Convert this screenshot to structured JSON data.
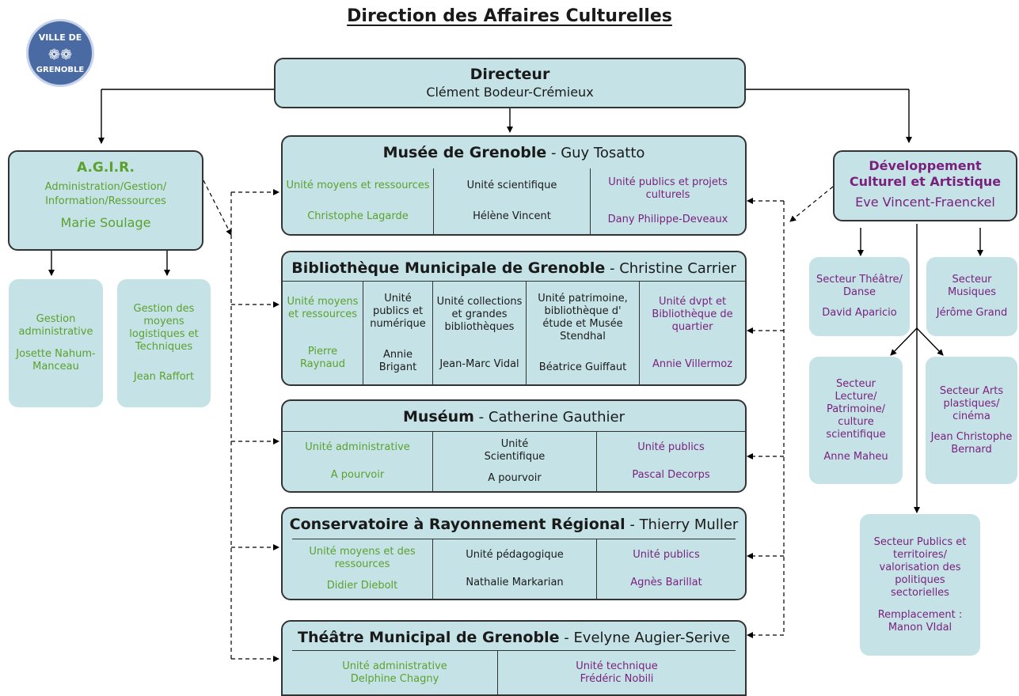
{
  "title": "Direction des Affaires Culturelles",
  "logo": {
    "line1": "VILLE DE",
    "line2": "GRENOBLE"
  },
  "director": {
    "title": "Directeur",
    "name": "Clément Bodeur-Crémieux"
  },
  "agir": {
    "title": "A.G.I.R.",
    "subtitle": "Administration/Gestion/ Information/Ressources",
    "name": "Marie Soulage",
    "children": [
      {
        "title": "Gestion administrative",
        "name": "Josette Nahum-Manceau"
      },
      {
        "title": "Gestion des moyens logistiques et Techniques",
        "name": "Jean Raffort"
      }
    ]
  },
  "dev": {
    "title": "Développement Culturel et Artistique",
    "name": "Eve Vincent-Fraenckel",
    "sectors": [
      {
        "title": "Secteur Théâtre/ Danse",
        "name": "David Aparicio"
      },
      {
        "title": "Secteur Musiques",
        "name": "Jérôme Grand"
      },
      {
        "title": "Secteur Lecture/ Patrimoine/ culture scientifique",
        "name": "Anne Maheu"
      },
      {
        "title": "Secteur Arts plastiques/ cinéma",
        "name": "Jean Christophe Bernard"
      },
      {
        "title": "Secteur Publics et territoires/ valorisation des politiques sectorielles",
        "name": "Remplacement : Manon VIdal"
      }
    ]
  },
  "units": [
    {
      "name": "Musée de Grenoble",
      "head": "Guy Tosatto",
      "cells": [
        {
          "title": "Unité moyens et ressources",
          "name": "Christophe Lagarde",
          "tone": "grn"
        },
        {
          "title": "Unité scientifique",
          "name": "Hélène Vincent",
          "tone": ""
        },
        {
          "title": "Unité publics et projets culturels",
          "name": "Dany Philippe-Deveaux",
          "tone": "pur"
        }
      ]
    },
    {
      "name": "Bibliothèque Municipale de Grenoble",
      "head": "Christine Carrier",
      "cells": [
        {
          "title": "Unité moyens et ressources",
          "name": "Pierre Raynaud",
          "tone": "grn"
        },
        {
          "title": "Unité publics et numérique",
          "name": "Annie Brigant",
          "tone": ""
        },
        {
          "title": "Unité collections et grandes bibliothèques",
          "name": "Jean-Marc Vidal",
          "tone": ""
        },
        {
          "title": "Unité patrimoine, bibliothèque d' étude et Musée Stendhal",
          "name": "Béatrice Guiffaut",
          "tone": ""
        },
        {
          "title": "Unité dvpt et Bibliothèque de quartier",
          "name": "Annie Villermoz",
          "tone": "pur"
        }
      ]
    },
    {
      "name": "Muséum",
      "head": "Catherine Gauthier",
      "cells": [
        {
          "title": "Unité administrative",
          "name": "A pourvoir",
          "tone": "grn"
        },
        {
          "title": "Unité Scientifique",
          "name": "A pourvoir",
          "tone": ""
        },
        {
          "title": "Unité publics",
          "name": "Pascal Decorps",
          "tone": "pur"
        }
      ]
    },
    {
      "name": "Conservatoire à Rayonnement Régional",
      "head": "Thierry Muller",
      "cells": [
        {
          "title": "Unité  moyens et des ressources",
          "name": "Didier Diebolt",
          "tone": "grn"
        },
        {
          "title": "Unité pédagogique",
          "name": "Nathalie Markarian",
          "tone": ""
        },
        {
          "title": "Unité publics",
          "name": "Agnès Barillat",
          "tone": "pur"
        }
      ]
    },
    {
      "name": "Théâtre Municipal de Grenoble",
      "head": "Evelyne Augier-Serive",
      "cells": [
        {
          "title": "Unité administrative",
          "name": "Delphine Chagny",
          "tone": "grn"
        },
        {
          "title": "Unité technique",
          "name": "Frédéric Nobili",
          "tone": "pur"
        }
      ]
    }
  ]
}
